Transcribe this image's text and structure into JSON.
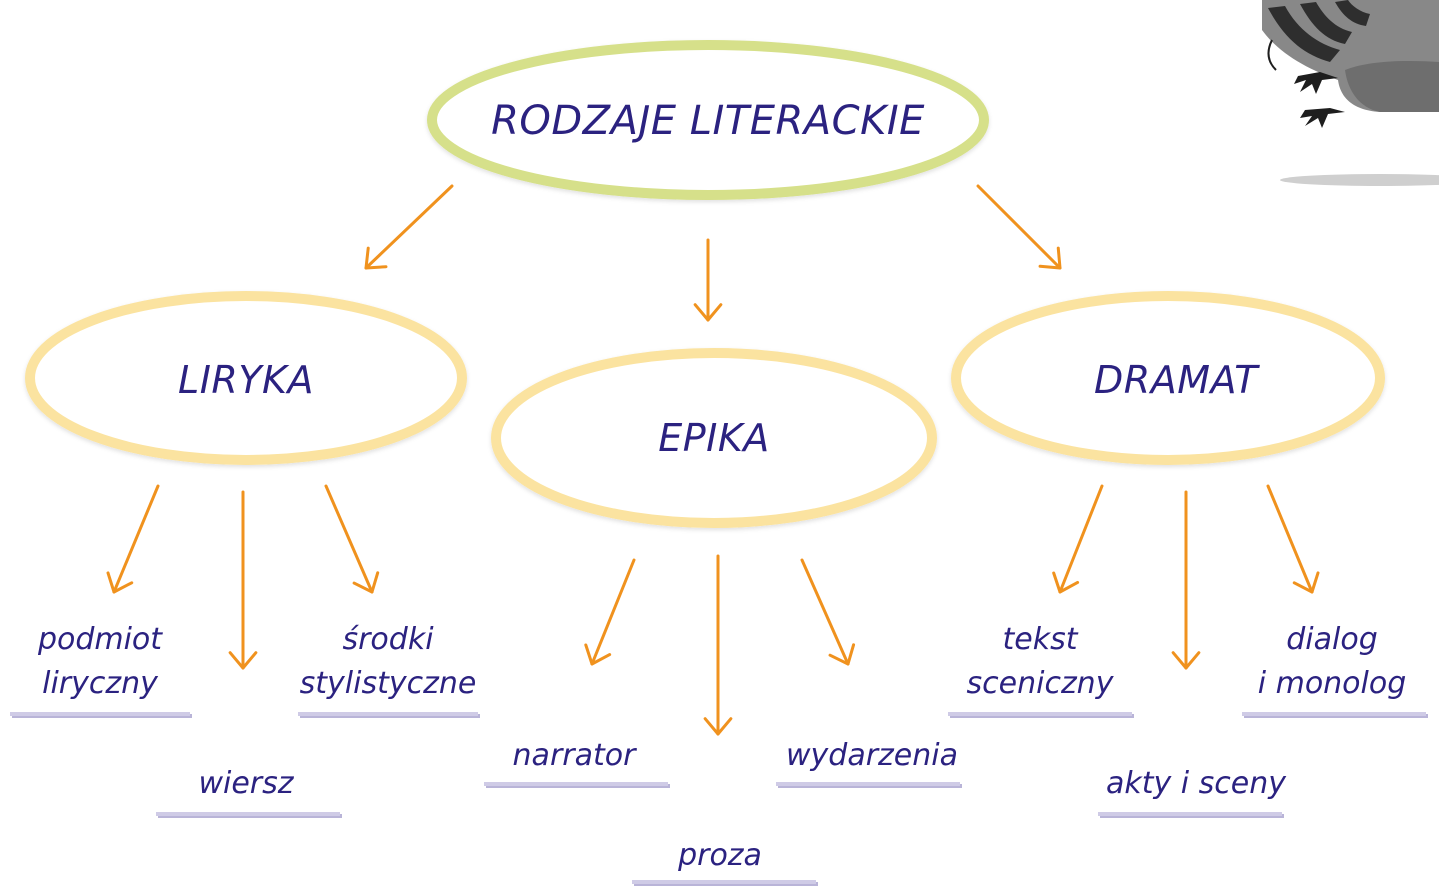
{
  "top_cutoff_text": "",
  "root": {
    "label": "RODZAJE LITERACKIE"
  },
  "categories": [
    {
      "label": "LIRYKA"
    },
    {
      "label": "EPIKA"
    },
    {
      "label": "DRAMAT"
    }
  ],
  "leaves": {
    "liryka": [
      {
        "lines": [
          "podmiot",
          "liryczny"
        ]
      },
      {
        "lines": [
          "wiersz"
        ]
      },
      {
        "lines": [
          "środki",
          "stylistyczne"
        ]
      }
    ],
    "epika": [
      {
        "lines": [
          "narrator"
        ]
      },
      {
        "lines": [
          "proza"
        ]
      },
      {
        "lines": [
          "wydarzenia"
        ]
      }
    ],
    "dramat": [
      {
        "lines": [
          "tekst",
          "sceniczny"
        ]
      },
      {
        "lines": [
          "akty i sceny"
        ]
      },
      {
        "lines": [
          "dialog",
          "i monolog"
        ]
      }
    ]
  },
  "colors": {
    "text": "#2b2280",
    "arrow": "#f0921e",
    "root_ellipse_stroke": "#d6e08a",
    "category_ellipse_stroke": "#fbe3a0",
    "underline": "#cfcbe6"
  },
  "decoration": {
    "icon": "raccoon-mascot-icon"
  }
}
